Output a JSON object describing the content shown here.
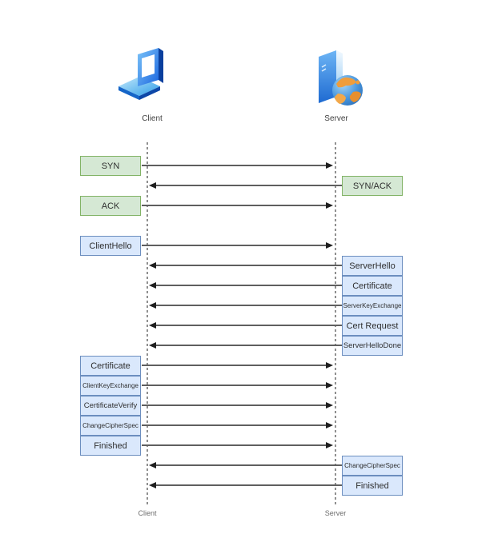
{
  "actors": {
    "client": {
      "label": "Client",
      "icon": "laptop-icon"
    },
    "server": {
      "label": "Server",
      "icon": "server-globe-icon"
    }
  },
  "lifelines": {
    "client_label": "Client",
    "server_label": "Server"
  },
  "colors": {
    "tcp_box_fill": "#d5e8d4",
    "tcp_box_border": "#82b366",
    "tls_box_fill": "#dae8fc",
    "tls_box_border": "#6c8ebf",
    "arrow_line": "#5f5f5f",
    "arrow_head": "#1f1f1f"
  },
  "messages": [
    {
      "label": "SYN",
      "from": "client",
      "to": "server",
      "type": "tcp"
    },
    {
      "label": "SYN/ACK",
      "from": "server",
      "to": "client",
      "type": "tcp"
    },
    {
      "label": "ACK",
      "from": "client",
      "to": "server",
      "type": "tcp"
    },
    {
      "label": "ClientHello",
      "from": "client",
      "to": "server",
      "type": "tls"
    },
    {
      "label": "ServerHello",
      "from": "server",
      "to": "client",
      "type": "tls"
    },
    {
      "label": "Certificate",
      "from": "server",
      "to": "client",
      "type": "tls"
    },
    {
      "label": "ServerKeyExchange",
      "from": "server",
      "to": "client",
      "type": "tls"
    },
    {
      "label": "Cert Request",
      "from": "server",
      "to": "client",
      "type": "tls"
    },
    {
      "label": "ServerHelloDone",
      "from": "server",
      "to": "client",
      "type": "tls"
    },
    {
      "label": "Certificate",
      "from": "client",
      "to": "server",
      "type": "tls"
    },
    {
      "label": "ClientKeyExchange",
      "from": "client",
      "to": "server",
      "type": "tls"
    },
    {
      "label": "CertificateVerify",
      "from": "client",
      "to": "server",
      "type": "tls"
    },
    {
      "label": "ChangeCipherSpec",
      "from": "client",
      "to": "server",
      "type": "tls"
    },
    {
      "label": "Finished",
      "from": "client",
      "to": "server",
      "type": "tls"
    },
    {
      "label": "ChangeCipherSpec",
      "from": "server",
      "to": "client",
      "type": "tls"
    },
    {
      "label": "Finished",
      "from": "server",
      "to": "client",
      "type": "tls"
    }
  ]
}
